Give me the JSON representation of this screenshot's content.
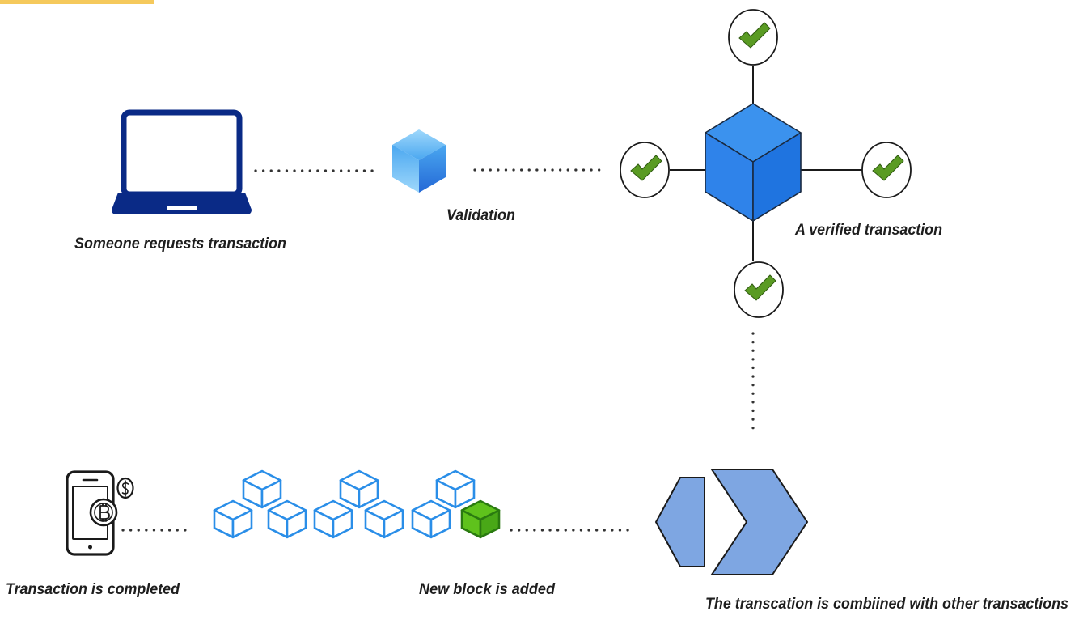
{
  "colors": {
    "corner_tab": "#f5c95c",
    "laptop": "#0a2a86",
    "validation_cube_light": "#9fd8fb",
    "validation_cube_mid": "#4aa7f0",
    "validation_cube_dark": "#2468d6",
    "verified_cube_top": "#3b92ee",
    "verified_cube_left": "#2f83ea",
    "verified_cube_right": "#1f74e0",
    "check_green": "#5a9b23",
    "block_outline": "#2a8ee8",
    "new_block_green": "#5fc21c",
    "combine_shape_fill": "#7ea6e2",
    "combine_shape_stroke": "#1a1a1a",
    "dots": "#333333",
    "label_text": "#1e1e1e"
  },
  "icons": {
    "laptop": "laptop-icon",
    "validation": "cube-icon",
    "verified_block": "cube-icon",
    "check": "check-mark-icon",
    "chain": "block-cluster-icon",
    "combine": "combine-arrow-icon",
    "phone": "mobile-payment-icon",
    "coin_bitcoin": "bitcoin-coin-icon",
    "coin_dollar": "dollar-coin-icon"
  },
  "labels": {
    "request": "Someone requests transaction",
    "validation": "Validation",
    "verified": "A verified transaction",
    "combined": "The transcation is combiined with other transactions",
    "new_block": "New block is added",
    "completed": "Transaction is completed"
  }
}
